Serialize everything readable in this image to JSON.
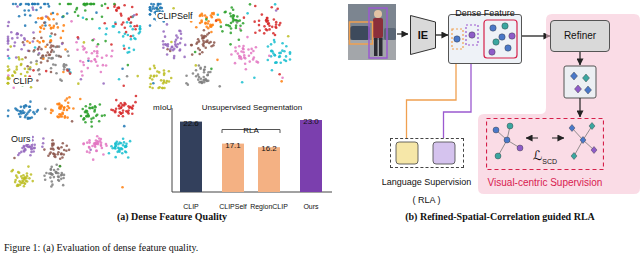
{
  "diagram": {
    "caption": "Figure 1: (a) Evaluation of dense feature quality.",
    "nodes": [
      {
        "text": [
          "IE"
        ]
      },
      {
        "text": [
          "Dense Feature"
        ]
      },
      {
        "text": [
          "Visual-centric Supervision"
        ]
      },
      {
        "text": [
          "Refiner"
        ],
        "in": 2
      },
      {
        "text": [
          "ℒ",
          "SCD"
        ],
        "in": 2
      },
      {
        "text": [
          "Language Supervision ( RLA )"
        ]
      }
    ],
    "edges": [
      {
        "from": 0,
        "to": 1,
        "arrow": "to"
      },
      {
        "from": 1,
        "to": 3,
        "arrow": "to"
      },
      {
        "from": 1,
        "to": 5,
        "arrow": "none"
      },
      {
        "from": 1,
        "to": 5,
        "arrow": "none"
      }
    ],
    "labels": [
      "CLIP",
      "CLIPSelf",
      "Ours",
      "mIoU",
      "Unsupervised Segmentation",
      "22.6",
      "RLA",
      "17.1",
      "16.2",
      "23.0",
      "CLIP",
      "CLIPSelf",
      "RegionCLIP",
      "Ours",
      "(a) Dense Feature Quality",
      "(b) Refined-Spatial-Correlation guided RLA"
    ]
  }
}
